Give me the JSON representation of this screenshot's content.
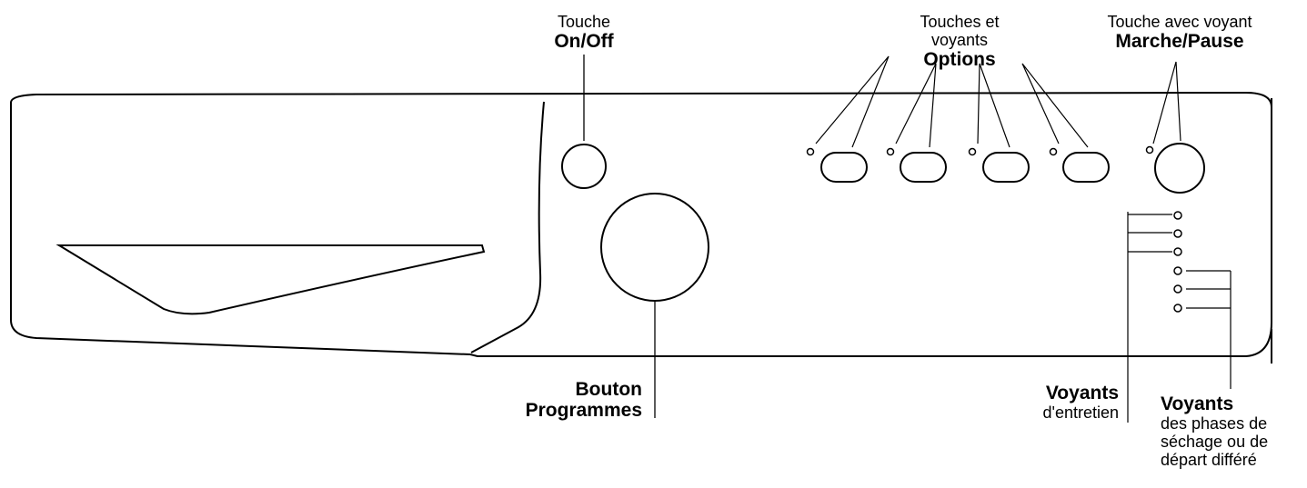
{
  "labels": {
    "onoff": {
      "line1": "Touche",
      "line2": "On/Off"
    },
    "options": {
      "line1": "Touches et",
      "line2": "voyants",
      "line3": "Options"
    },
    "marche": {
      "line1": "Touche avec voyant",
      "line2": "Marche/Pause"
    },
    "bouton": {
      "line1": "Bouton",
      "line2": "Programmes"
    },
    "entretien": {
      "line1": "Voyants",
      "line2": "d'entretien"
    },
    "sechage": {
      "line1": "Voyants",
      "line2": "des phases de",
      "line3": "séchage ou de",
      "line4": "départ différé"
    }
  },
  "colors": {
    "stroke": "#000000",
    "background": "#ffffff"
  }
}
